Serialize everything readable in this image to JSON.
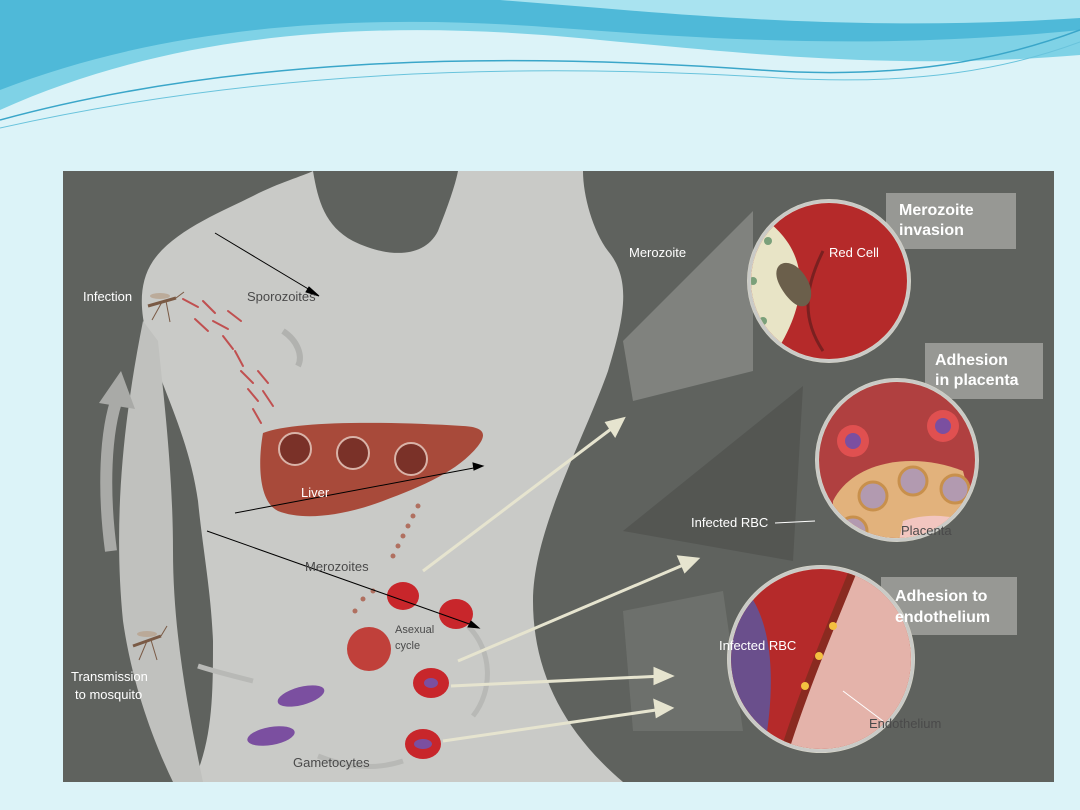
{
  "labels": {
    "infection": "Infection",
    "sporozoites": "Sporozoites",
    "liver": "Liver",
    "merozoites": "Merozoites",
    "asexual_cycle_line1": "Asexual",
    "asexual_cycle_line2": "cycle",
    "transmission_line1": "Transmission",
    "transmission_line2": "to mosquito",
    "gametocytes": "Gametocytes"
  },
  "panels": {
    "invasion": {
      "title_line1": "Merozoite",
      "title_line2": "invasion",
      "merozoite": "Merozoite",
      "red_cell": "Red Cell"
    },
    "placenta": {
      "title_line1": "Adhesion",
      "title_line2": "in placenta",
      "infected_rbc": "Infected RBC",
      "placenta": "Placenta"
    },
    "endothelium": {
      "title_line1": "Adhesion to",
      "title_line2": "endothelium",
      "infected_rbc": "Infected RBC",
      "endothelium": "Endothelium"
    }
  },
  "colors": {
    "slide_background": "#dcf3f8",
    "figure_background": "#5f625e",
    "body_silhouette": "#c9cac7",
    "liver": "#a84a3a",
    "red_cell": "#c8262b",
    "parasite": "#7b4fa0"
  },
  "icons": [
    "mosquito-icon",
    "mosquito-icon",
    "cycle-arrow-icon"
  ]
}
